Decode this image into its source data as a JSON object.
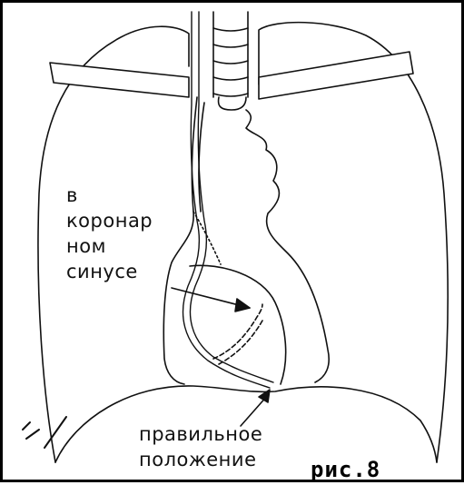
{
  "labels": {
    "coronary_sinus": "в\nкоронар\nном\nсинусе",
    "correct_position": "правильное\nположение",
    "figure_number": "рис.8"
  },
  "colors": {
    "line": "#111111",
    "background": "#ffffff"
  }
}
